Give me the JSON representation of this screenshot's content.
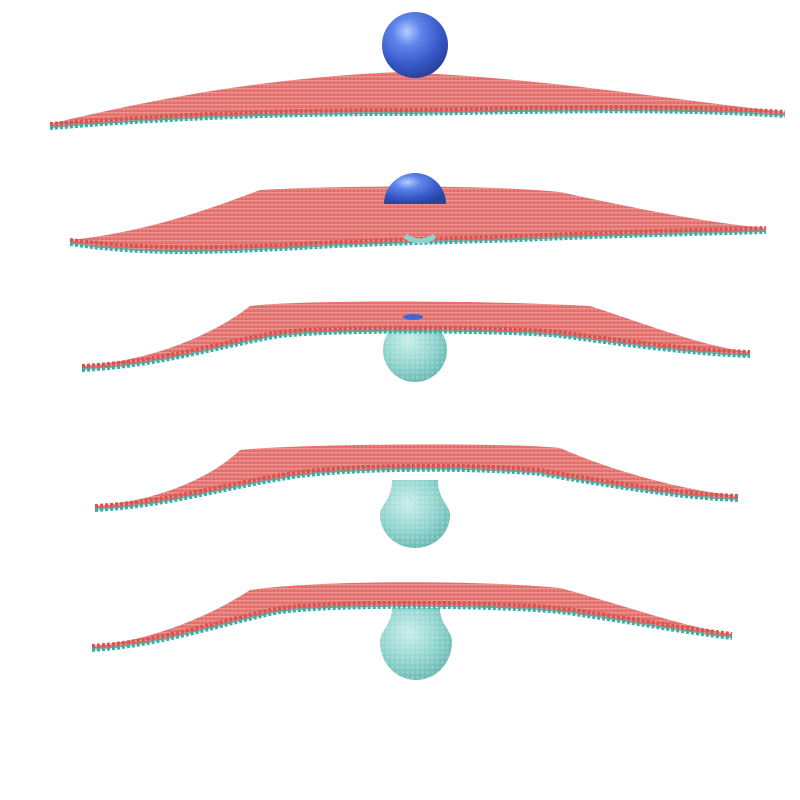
{
  "scene": {
    "description_visible_text": "",
    "background_color": "#ffffff",
    "colors": {
      "membrane_top": "#e8706e",
      "membrane_top_light": "#f29a96",
      "membrane_edge_bead": "#e0605c",
      "membrane_tail": "#2fb3ad",
      "membrane_under": "#1f7f7a",
      "particle": "#3f67d8",
      "particle_highlight": "#8fb0ff",
      "vesicle": "#8fd3cd",
      "vesicle_shade": "#5fb3ad"
    },
    "frames": [
      {
        "stage": "particle-above-membrane",
        "wrap_fraction": 0.0
      },
      {
        "stage": "particle-partially-wrapped",
        "wrap_fraction": 0.35
      },
      {
        "stage": "particle-mostly-wrapped",
        "wrap_fraction": 0.8
      },
      {
        "stage": "vesicle-budding",
        "wrap_fraction": 1.0
      },
      {
        "stage": "vesicle-neck-closing",
        "wrap_fraction": 1.0
      }
    ]
  }
}
